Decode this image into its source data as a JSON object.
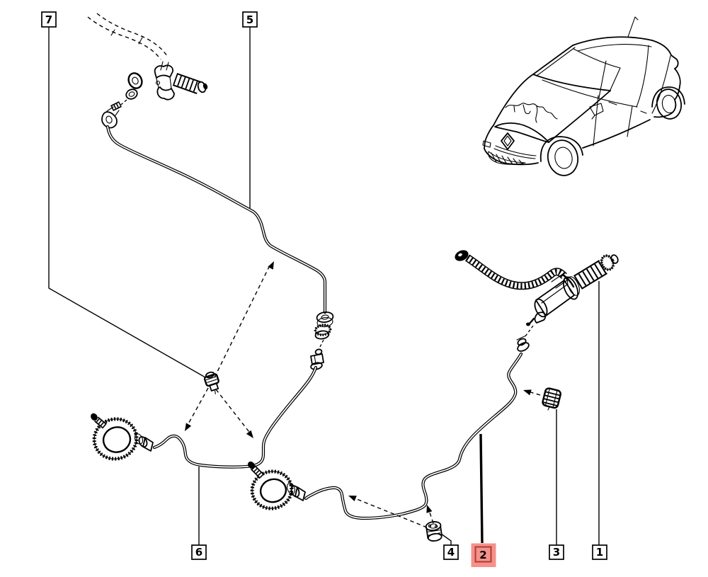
{
  "callouts": {
    "c1": {
      "label": "1",
      "highlighted": false
    },
    "c2": {
      "label": "2",
      "highlighted": true
    },
    "c3": {
      "label": "3",
      "highlighted": false
    },
    "c4": {
      "label": "4",
      "highlighted": false
    },
    "c5": {
      "label": "5",
      "highlighted": false
    },
    "c6": {
      "label": "6",
      "highlighted": false
    },
    "c7": {
      "label": "7",
      "highlighted": false
    }
  },
  "highlight": {
    "fill": "#F5918B",
    "border": "#AF3A33",
    "digit_color": "#8E2D28"
  },
  "colors": {
    "background": "#FFFFFF",
    "line": "#000000"
  }
}
